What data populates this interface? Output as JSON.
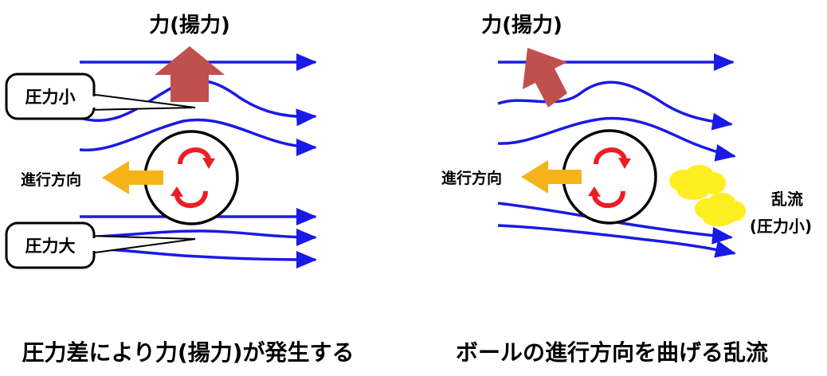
{
  "left_panel": {
    "lift_title": "力(揚力)",
    "low_pressure_label": "圧力小",
    "high_pressure_label": "圧力大",
    "direction_label": "進行方向",
    "caption": "圧力差により力(揚力)が発生する"
  },
  "right_panel": {
    "lift_title": "力(揚力)",
    "direction_label": "進行方向",
    "turbulence_label": "乱流",
    "turbulence_sub_label": "(圧力小)",
    "caption": "ボールの進行方向を曲げる乱流"
  },
  "colors": {
    "streamline": "#1a1ae6",
    "lift_arrow": "#c0504d",
    "travel_arrow": "#f5b31a",
    "spin_arrow": "#ee1c24",
    "turbulence": "#ffee22"
  }
}
